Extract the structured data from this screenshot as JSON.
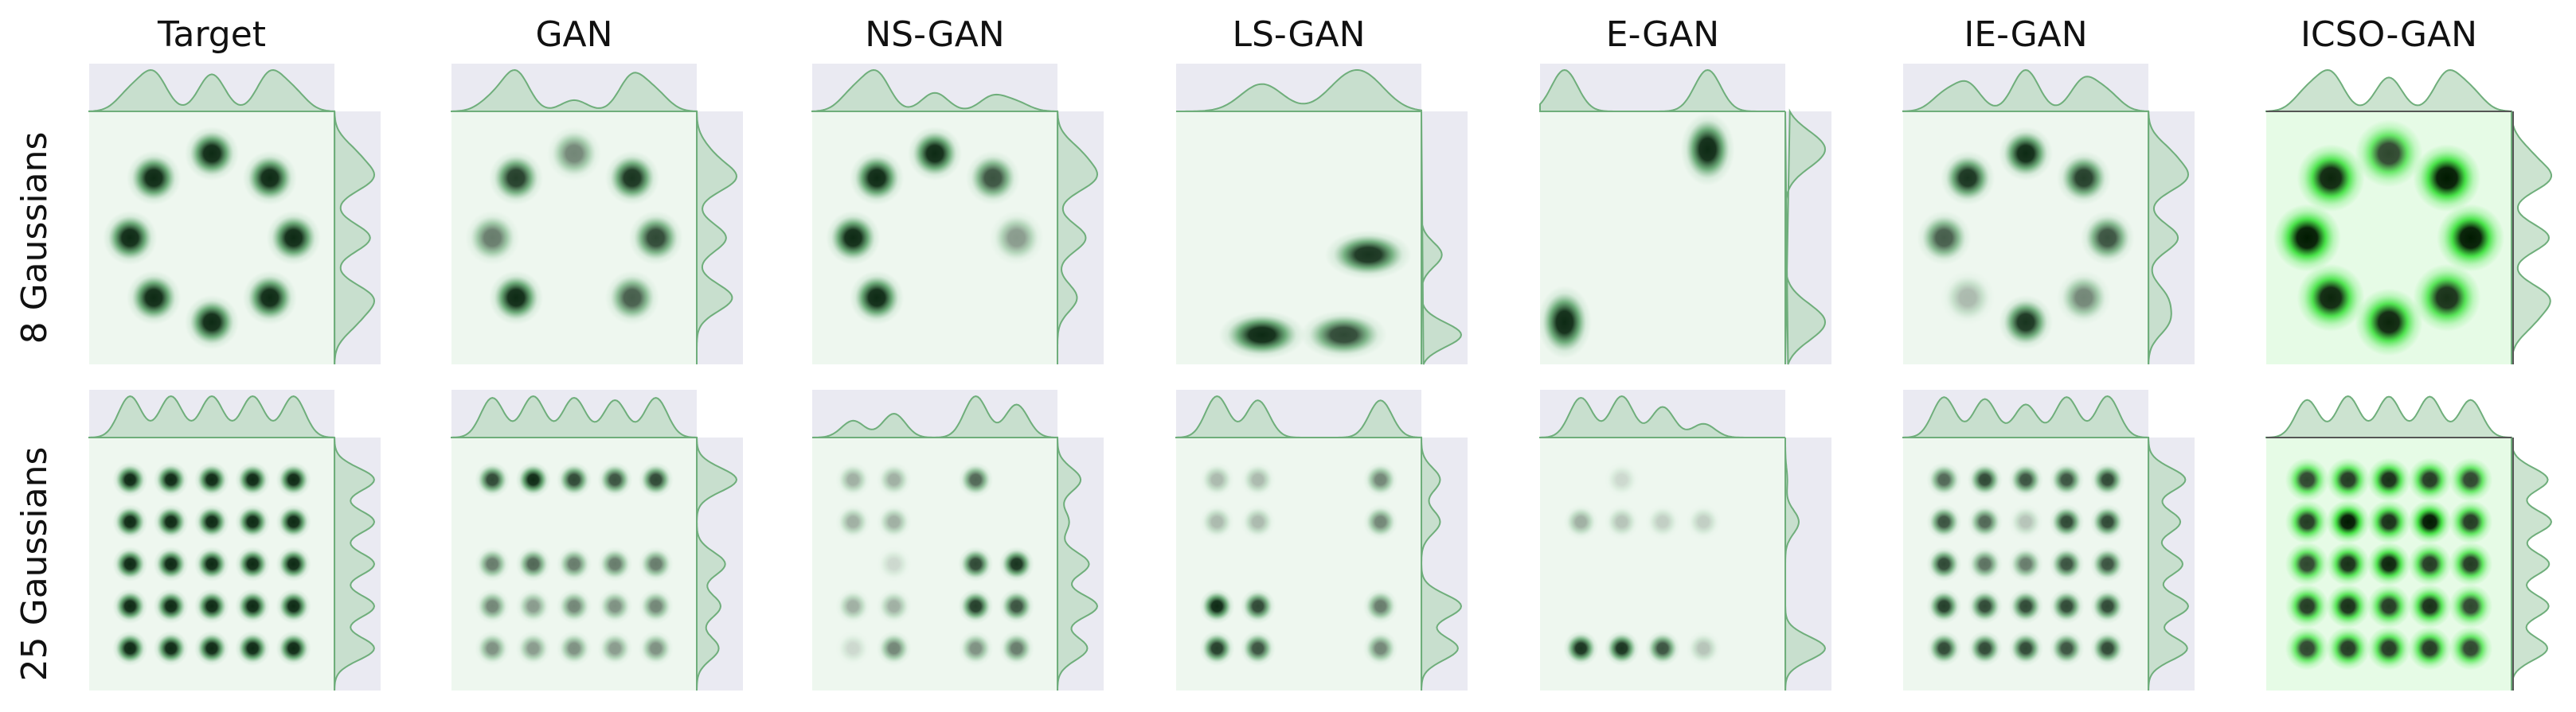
{
  "chart_data": {
    "type": "kde-joint-grid",
    "columns": [
      "Target",
      "GAN",
      "NS-GAN",
      "LS-GAN",
      "E-GAN",
      "IE-GAN",
      "ICSO-GAN"
    ],
    "rows": [
      "8 Gaussians",
      "25 Gaussians"
    ],
    "colors": {
      "density_dark": "#0d2a14",
      "density_mid": "#4f9a5e",
      "density_light": "#c9e3cf",
      "panel_background": "#eef7ef",
      "marginal_fill": "#bfdcc4",
      "marginal_line": "#6fae7b",
      "grid_background": "#eaeaf2",
      "icso_density": "#22dd22",
      "icso_background": "#e6fbe6"
    },
    "panels": [
      {
        "row": "8 Gaussians",
        "column": "Target",
        "modes": [
          {
            "x": 0.0,
            "y": 1.0,
            "w": 1.0
          },
          {
            "x": 0.71,
            "y": 0.71,
            "w": 1.0
          },
          {
            "x": 1.0,
            "y": 0.0,
            "w": 1.0
          },
          {
            "x": 0.71,
            "y": -0.71,
            "w": 1.0
          },
          {
            "x": 0.0,
            "y": -1.0,
            "w": 1.0
          },
          {
            "x": -0.71,
            "y": -0.71,
            "w": 1.0
          },
          {
            "x": -1.0,
            "y": 0.0,
            "w": 1.0
          },
          {
            "x": -0.71,
            "y": 0.71,
            "w": 1.0
          }
        ]
      },
      {
        "row": "8 Gaussians",
        "column": "GAN",
        "modes": [
          {
            "x": 0.0,
            "y": 1.0,
            "w": 0.55
          },
          {
            "x": 0.71,
            "y": 0.71,
            "w": 0.95
          },
          {
            "x": 1.0,
            "y": 0.0,
            "w": 0.85
          },
          {
            "x": 0.71,
            "y": -0.71,
            "w": 0.75
          },
          {
            "x": -0.71,
            "y": -0.71,
            "w": 1.0
          },
          {
            "x": -1.0,
            "y": 0.0,
            "w": 0.6
          },
          {
            "x": -0.71,
            "y": 0.71,
            "w": 0.9
          }
        ]
      },
      {
        "row": "8 Gaussians",
        "column": "NS-GAN",
        "modes": [
          {
            "x": 0.0,
            "y": 1.0,
            "w": 1.0
          },
          {
            "x": 0.71,
            "y": 0.71,
            "w": 0.8
          },
          {
            "x": 1.0,
            "y": 0.0,
            "w": 0.45
          },
          {
            "x": -0.71,
            "y": -0.71,
            "w": 1.0
          },
          {
            "x": -1.0,
            "y": 0.0,
            "w": 1.0
          },
          {
            "x": -0.71,
            "y": 0.71,
            "w": 1.0
          }
        ]
      },
      {
        "row": "8 Gaussians",
        "column": "LS-GAN",
        "modes": [
          {
            "x": 0.85,
            "y": -0.2,
            "w": 0.95,
            "sx": 1.6,
            "sy": 0.9
          },
          {
            "x": -0.45,
            "y": -1.15,
            "w": 1.0,
            "sx": 1.6,
            "sy": 0.9
          },
          {
            "x": 0.55,
            "y": -1.15,
            "w": 0.85,
            "sx": 1.6,
            "sy": 0.9
          }
        ]
      },
      {
        "row": "8 Gaussians",
        "column": "E-GAN",
        "modes": [
          {
            "x": 0.55,
            "y": 1.05,
            "w": 1.0,
            "sx": 1.0,
            "sy": 1.35
          },
          {
            "x": -1.2,
            "y": -1.0,
            "w": 1.0,
            "sx": 1.0,
            "sy": 1.35
          }
        ]
      },
      {
        "row": "8 Gaussians",
        "column": "IE-GAN",
        "modes": [
          {
            "x": 0.0,
            "y": 1.0,
            "w": 1.0
          },
          {
            "x": 0.71,
            "y": 0.71,
            "w": 0.9
          },
          {
            "x": 1.0,
            "y": 0.0,
            "w": 0.8
          },
          {
            "x": 0.71,
            "y": -0.71,
            "w": 0.55
          },
          {
            "x": 0.0,
            "y": -1.0,
            "w": 0.95
          },
          {
            "x": -0.71,
            "y": -0.71,
            "w": 0.3
          },
          {
            "x": -1.0,
            "y": 0.0,
            "w": 0.75
          },
          {
            "x": -0.71,
            "y": 0.71,
            "w": 0.95
          }
        ]
      },
      {
        "row": "8 Gaussians",
        "column": "ICSO-GAN",
        "modes": [
          {
            "x": 0.0,
            "y": 1.0,
            "w": 0.8
          },
          {
            "x": 0.71,
            "y": 0.71,
            "w": 1.0
          },
          {
            "x": 1.0,
            "y": 0.0,
            "w": 1.0
          },
          {
            "x": 0.71,
            "y": -0.71,
            "w": 0.9
          },
          {
            "x": 0.0,
            "y": -1.0,
            "w": 0.95
          },
          {
            "x": -0.71,
            "y": -0.71,
            "w": 0.95
          },
          {
            "x": -1.0,
            "y": 0.0,
            "w": 1.0
          },
          {
            "x": -0.71,
            "y": 0.71,
            "w": 0.95
          }
        ]
      },
      {
        "row": "25 Gaussians",
        "column": "Target",
        "grid_weights": [
          [
            1,
            1,
            1,
            1,
            1
          ],
          [
            1,
            1,
            1,
            1,
            1
          ],
          [
            1,
            1,
            1,
            1,
            1
          ],
          [
            1,
            1,
            1,
            1,
            1
          ],
          [
            1,
            1,
            1,
            1,
            1
          ]
        ]
      },
      {
        "row": "25 Gaussians",
        "column": "GAN",
        "grid_weights": [
          [
            0.85,
            1,
            0.85,
            0.8,
            0.85
          ],
          [
            0,
            0,
            0,
            0,
            0
          ],
          [
            0.6,
            0.7,
            0.6,
            0.6,
            0.6
          ],
          [
            0.55,
            0.45,
            0.55,
            0.5,
            0.55
          ],
          [
            0.5,
            0.45,
            0.5,
            0.45,
            0.5
          ]
        ]
      },
      {
        "row": "25 Gaussians",
        "column": "NS-GAN",
        "grid_weights": [
          [
            0.35,
            0.35,
            0,
            0.7,
            0
          ],
          [
            0.35,
            0.35,
            0,
            0,
            0
          ],
          [
            0,
            0.1,
            0,
            0.85,
            0.95
          ],
          [
            0.35,
            0.35,
            0,
            0.9,
            0.8
          ],
          [
            0.15,
            0.55,
            0,
            0.5,
            0.6
          ]
        ]
      },
      {
        "row": "25 Gaussians",
        "column": "LS-GAN",
        "grid_weights": [
          [
            0.3,
            0.3,
            0,
            0,
            0.55
          ],
          [
            0.3,
            0.3,
            0,
            0,
            0.55
          ],
          [
            0,
            0,
            0,
            0,
            0
          ],
          [
            1,
            0.85,
            0,
            0,
            0.6
          ],
          [
            0.9,
            0.8,
            0,
            0,
            0.55
          ]
        ]
      },
      {
        "row": "25 Gaussians",
        "column": "E-GAN",
        "grid_weights": [
          [
            0,
            0.15,
            0,
            0,
            0
          ],
          [
            0.35,
            0.25,
            0.2,
            0.2,
            0
          ],
          [
            0,
            0,
            0,
            0,
            0
          ],
          [
            0,
            0,
            0,
            0,
            0
          ],
          [
            0.95,
            0.95,
            0.8,
            0.25,
            0
          ]
        ]
      },
      {
        "row": "25 Gaussians",
        "column": "IE-GAN",
        "grid_weights": [
          [
            0.7,
            0.85,
            0.8,
            0.8,
            0.85
          ],
          [
            0.8,
            0.7,
            0.25,
            0.85,
            0.85
          ],
          [
            0.85,
            0.65,
            0.6,
            0.8,
            0.8
          ],
          [
            0.9,
            0.85,
            0.85,
            0.85,
            0.85
          ],
          [
            0.85,
            0.85,
            0.85,
            0.8,
            0.85
          ]
        ]
      },
      {
        "row": "25 Gaussians",
        "column": "ICSO-GAN",
        "grid_weights": [
          [
            0.8,
            0.85,
            0.9,
            0.85,
            0.8
          ],
          [
            0.85,
            1,
            0.9,
            1,
            0.85
          ],
          [
            0.8,
            0.9,
            0.95,
            0.85,
            0.85
          ],
          [
            0.85,
            0.9,
            0.85,
            0.9,
            0.8
          ],
          [
            0.8,
            0.85,
            0.85,
            0.85,
            0.8
          ]
        ]
      }
    ]
  }
}
